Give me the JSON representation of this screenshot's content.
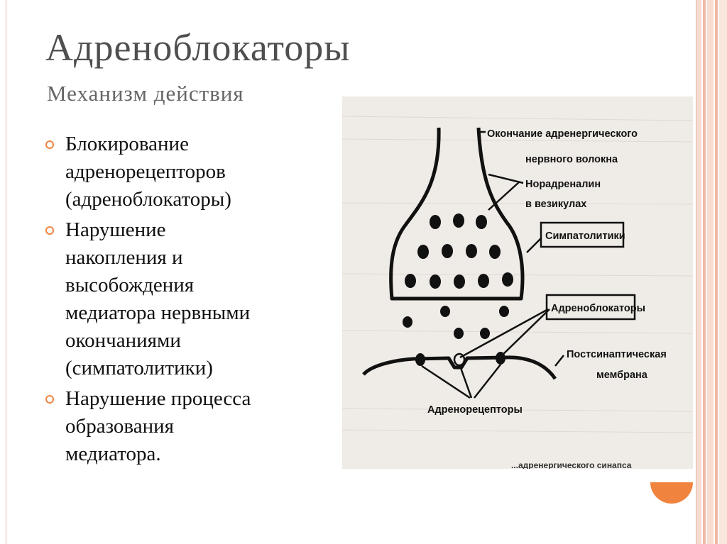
{
  "slide": {
    "title": "Адреноблокаторы",
    "subtitle": "Механизм действия"
  },
  "bullets": [
    {
      "text": "Блокирование\nадренорецепторов\n(адреноблокаторы)"
    },
    {
      "text": "Нарушение\nнакопления и\nвысобождения\nмедиатора нервными\nокончаниями\n(симпатолитики)"
    },
    {
      "text": "Нарушение процесса\nобразования\nмедиатора."
    }
  ],
  "diagram": {
    "labels": {
      "nerve_ending_line1": "Окончание адренергического",
      "nerve_ending_line2": "нервного волокна",
      "noradrenaline_line1": "Норадреналин",
      "noradrenaline_line2": "в везикулах",
      "sympatholytics": "Симпатолитики",
      "adrenoblockers": "Адреноблокаторы",
      "postsynaptic_line1": "Постсинаптическая",
      "postsynaptic_line2": "мембрана",
      "adrenoreceptors": "Адренорецепторы",
      "bottom_caption": "...адренергического синапса"
    }
  },
  "colors": {
    "accent": "#f0843f",
    "stripe_light": "#f7d9cc",
    "stripe_mid": "#efb9a5",
    "title": "#4f4f4f",
    "subtitle": "#666666",
    "photo_bg": "#efebe6"
  }
}
